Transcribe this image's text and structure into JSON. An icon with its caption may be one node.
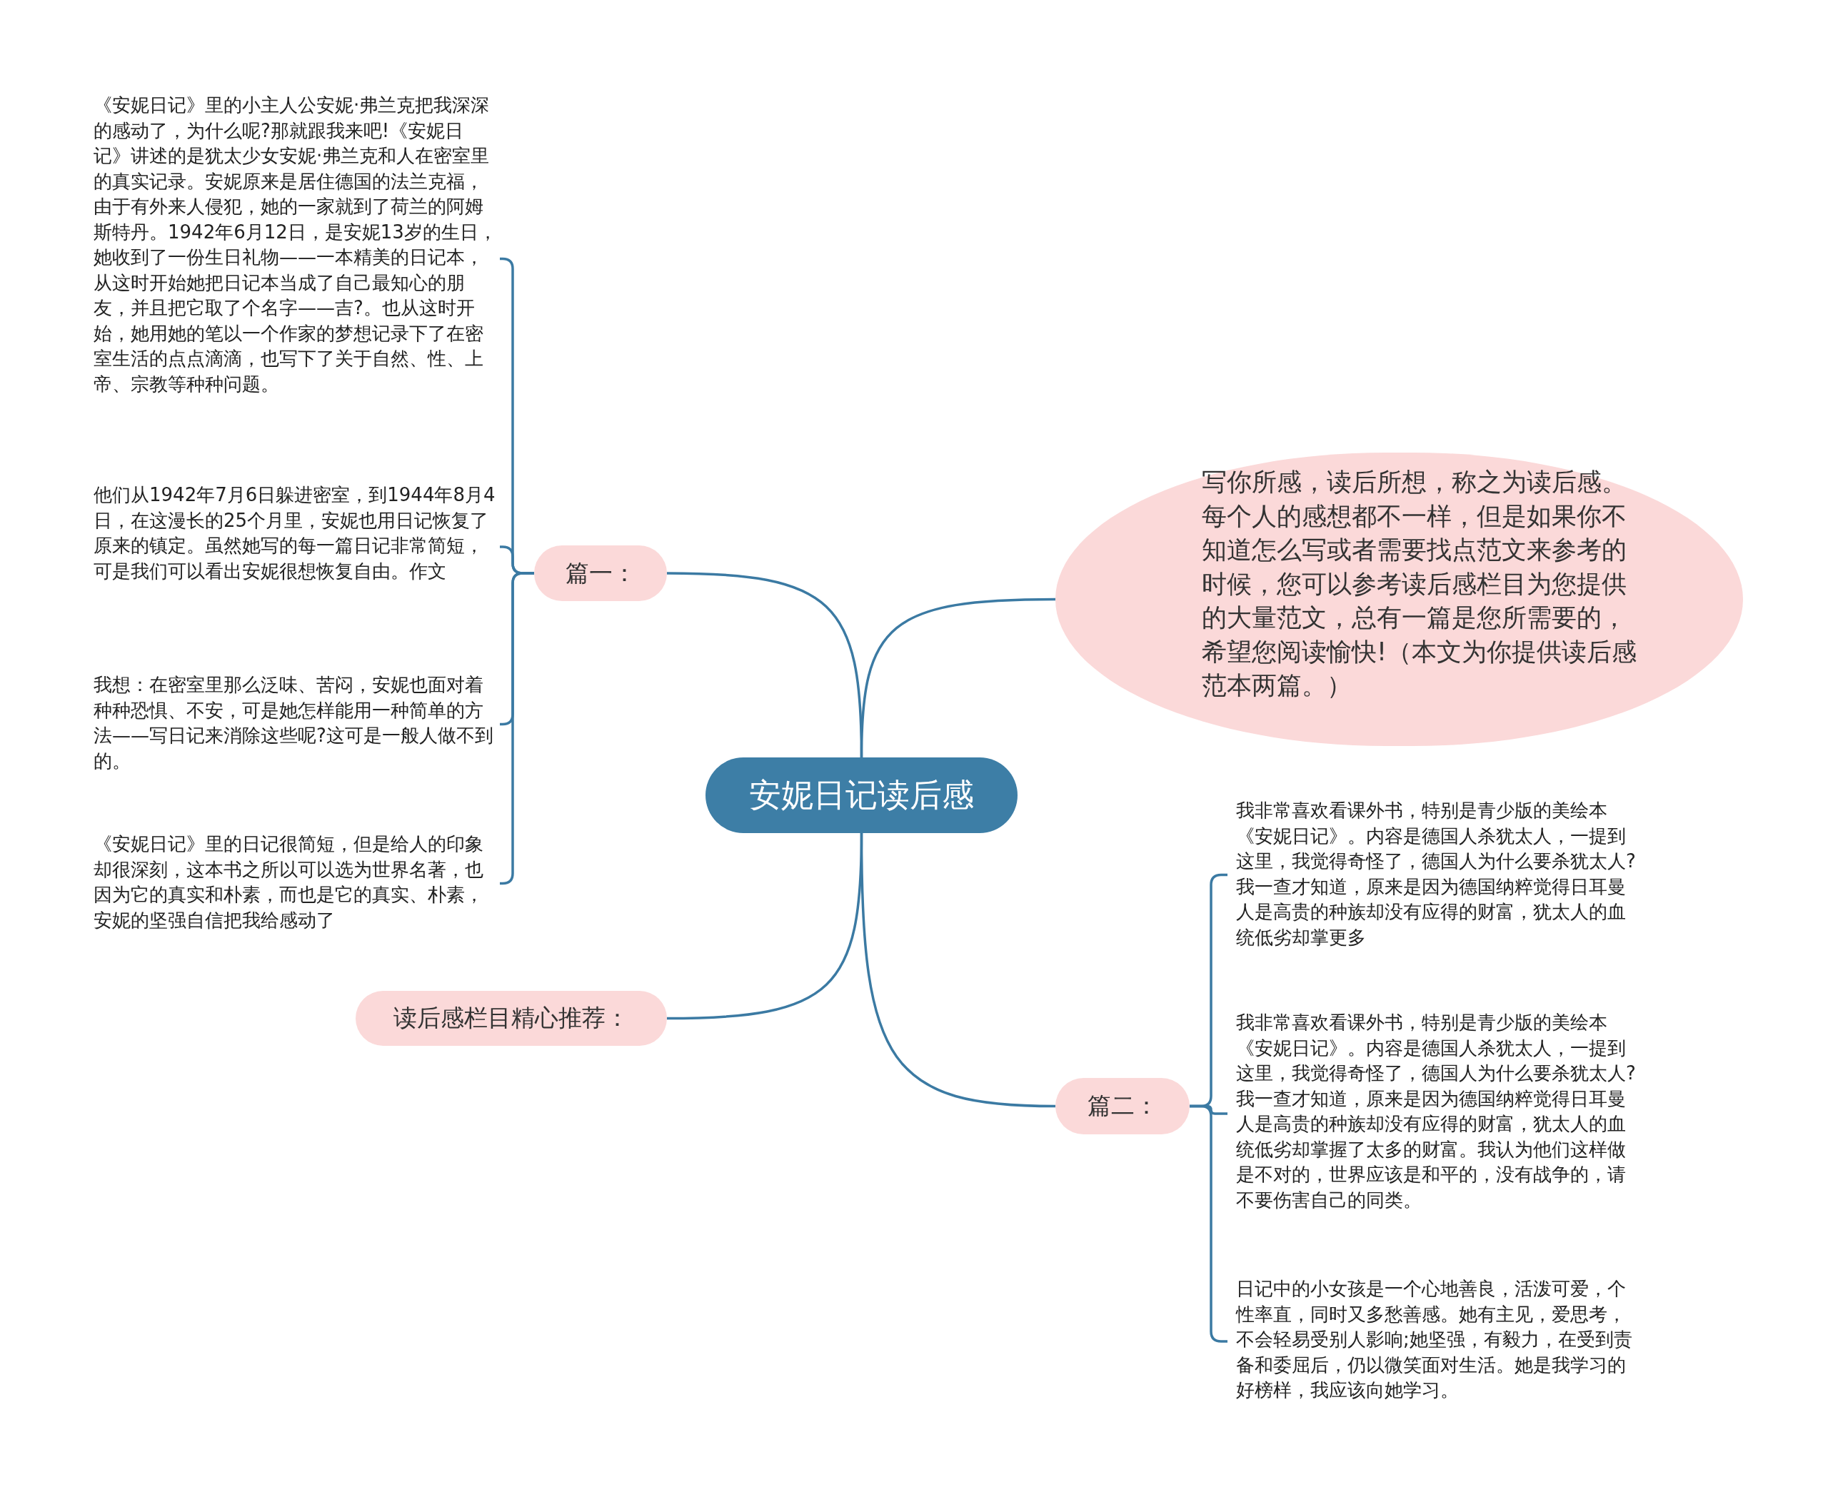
{
  "diagram": {
    "nodes": [
      {
        "text": [
          "安妮日记读后感"
        ]
      },
      {
        "text": [
          "篇一："
        ]
      },
      {
        "text": [
          "《安妮日记》里的小主人公安妮·弗兰克把我深深的感动了，为什么呢?那就跟我来吧!《安妮日记》讲述的是犹太少女安妮·弗兰克和人在密室里的真实记录。安妮原来是居住德国的法兰克福，由于有外来人侵犯，她的一家就到了荷兰的阿姆斯特丹。1942年6月12日，是安妮13岁的生日，她收到了一份生日礼物——一本精美的日记本，从这时开始她把日记本当成了自己最知心的朋友，并且把它取了个名字——吉?。也从这时开始，她用她的笔以一个作家的梦想记录下了在密室生活的点点滴滴，也写下了关于自然、性、上帝、宗教等种种问题。"
        ]
      },
      {
        "text": [
          "他们从1942年7月6日躲进密室，到1944年8月4日，在这漫长的25个月里，安妮也用日记恢复了原来的镇定。虽然她写的每一篇日记非常简短，可是我们可以看出安妮很想恢复自由。作文"
        ]
      },
      {
        "text": [
          "我想：在密室里那么泛味、苦闷，安妮也面对着种种恐惧、不安，可是她怎样能用一种简单的方法——写日记来消除这些呢?这可是一般人做不到的。"
        ]
      },
      {
        "text": [
          "《安妮日记》里的日记很简短，但是给人的印象却很深刻，这本书之所以可以选为世界名著，也因为它的真实和朴素，而也是它的真实、朴素，安妮的坚强自信把我给感动了"
        ]
      },
      {
        "text": [
          "读后感栏目精心推荐："
        ]
      },
      {
        "text": [
          "写你所感，读后所想，称之为读后感。每个人的感想都不一样，但是如果你不知道怎么写或者需要找点范文来参考的时候，您可以参考读后感栏目为您提供的大量范文，总有一篇是您所需要的，希望您阅读愉快!（本文为你提供读后感范本两篇。）"
        ]
      },
      {
        "text": [
          "篇二："
        ]
      },
      {
        "text": [
          "我非常喜欢看课外书，特别是青少版的美绘本《安妮日记》。内容是德国人杀犹太人，一提到这里，我觉得奇怪了，德国人为什么要杀犹太人?我一查才知道，原来是因为德国纳粹觉得日耳曼人是高贵的种族却没有应得的财富，犹太人的血统低劣却掌更多"
        ]
      },
      {
        "text": [
          "我非常喜欢看课外书，特别是青少版的美绘本《安妮日记》。内容是德国人杀犹太人，一提到这里，我觉得奇怪了，德国人为什么要杀犹太人?我一查才知道，原来是因为德国纳粹觉得日耳曼人是高贵的种族却没有应得的财富，犹太人的血统低劣却掌握了太多的财富。我认为他们这样做是不对的，世界应该是和平的，没有战争的，请不要伤害自己的同类。"
        ]
      },
      {
        "text": [
          "日记中的小女孩是一个心地善良，活泼可爱，个性率直，同时又多愁善感。她有主见，爱思考，不会轻易受别人影响;她坚强，有毅力，在受到责备和委屈后，仍以微笑面对生活。她是我学习的好榜样，我应该向她学习。"
        ]
      }
    ],
    "edges": [
      {
        "from": 0,
        "to": 1,
        "arrow": "none"
      },
      {
        "from": 0,
        "to": 6,
        "arrow": "none"
      },
      {
        "from": 0,
        "to": 7,
        "arrow": "none"
      },
      {
        "from": 0,
        "to": 8,
        "arrow": "none"
      },
      {
        "from": 1,
        "to": 2,
        "arrow": "none"
      },
      {
        "from": 1,
        "to": 3,
        "arrow": "none"
      },
      {
        "from": 1,
        "to": 4,
        "arrow": "none"
      },
      {
        "from": 1,
        "to": 5,
        "arrow": "none"
      },
      {
        "from": 8,
        "to": 9,
        "arrow": "none"
      },
      {
        "from": 8,
        "to": 10,
        "arrow": "none"
      },
      {
        "from": 8,
        "to": 11,
        "arrow": "none"
      }
    ]
  }
}
